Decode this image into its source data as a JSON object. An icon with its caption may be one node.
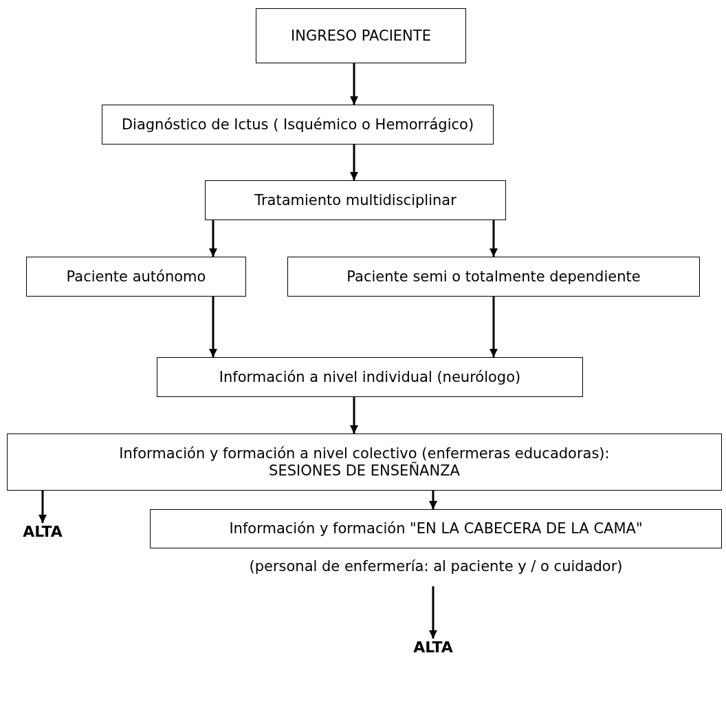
{
  "diagram": {
    "nodes": [
      {
        "text": [
          "INGRESO  PACIENTE"
        ]
      },
      {
        "text": [
          "Diagnóstico de Ictus ( Isquémico o Hemorrágico)"
        ]
      },
      {
        "text": [
          "Tratamiento multidisciplinar"
        ]
      },
      {
        "text": [
          "Paciente autónomo"
        ]
      },
      {
        "text": [
          "Paciente semi o totalmente dependiente"
        ]
      },
      {
        "text": [
          "Información a nivel individual (neurólogo)"
        ]
      },
      {
        "text": [
          "Información y formación a nivel colectivo (enfermeras educadoras):",
          "SESIONES  DE  ENSEÑANZA"
        ]
      },
      {
        "text": [
          "ALTA"
        ]
      },
      {
        "text": [
          "Información y formación \"EN LA CABECERA DE LA CAMA\""
        ],
        "beside": [
          "(personal de enfermería: al paciente y / o cuidador)"
        ]
      },
      {
        "text": [
          "ALTA"
        ]
      }
    ],
    "edges": [
      {
        "from": 0,
        "to": 1,
        "arrow": "to"
      },
      {
        "from": 1,
        "to": 2,
        "arrow": "to"
      },
      {
        "from": 2,
        "to": 3,
        "arrow": "to"
      },
      {
        "from": 2,
        "to": 4,
        "arrow": "to"
      },
      {
        "from": 3,
        "to": 5,
        "arrow": "to"
      },
      {
        "from": 4,
        "to": 5,
        "arrow": "to"
      },
      {
        "from": 5,
        "to": 6,
        "arrow": "to"
      },
      {
        "from": 6,
        "to": 7,
        "arrow": "to"
      },
      {
        "from": 6,
        "to": 8,
        "arrow": "to"
      },
      {
        "from": 8,
        "to": 9,
        "arrow": "to"
      }
    ]
  }
}
